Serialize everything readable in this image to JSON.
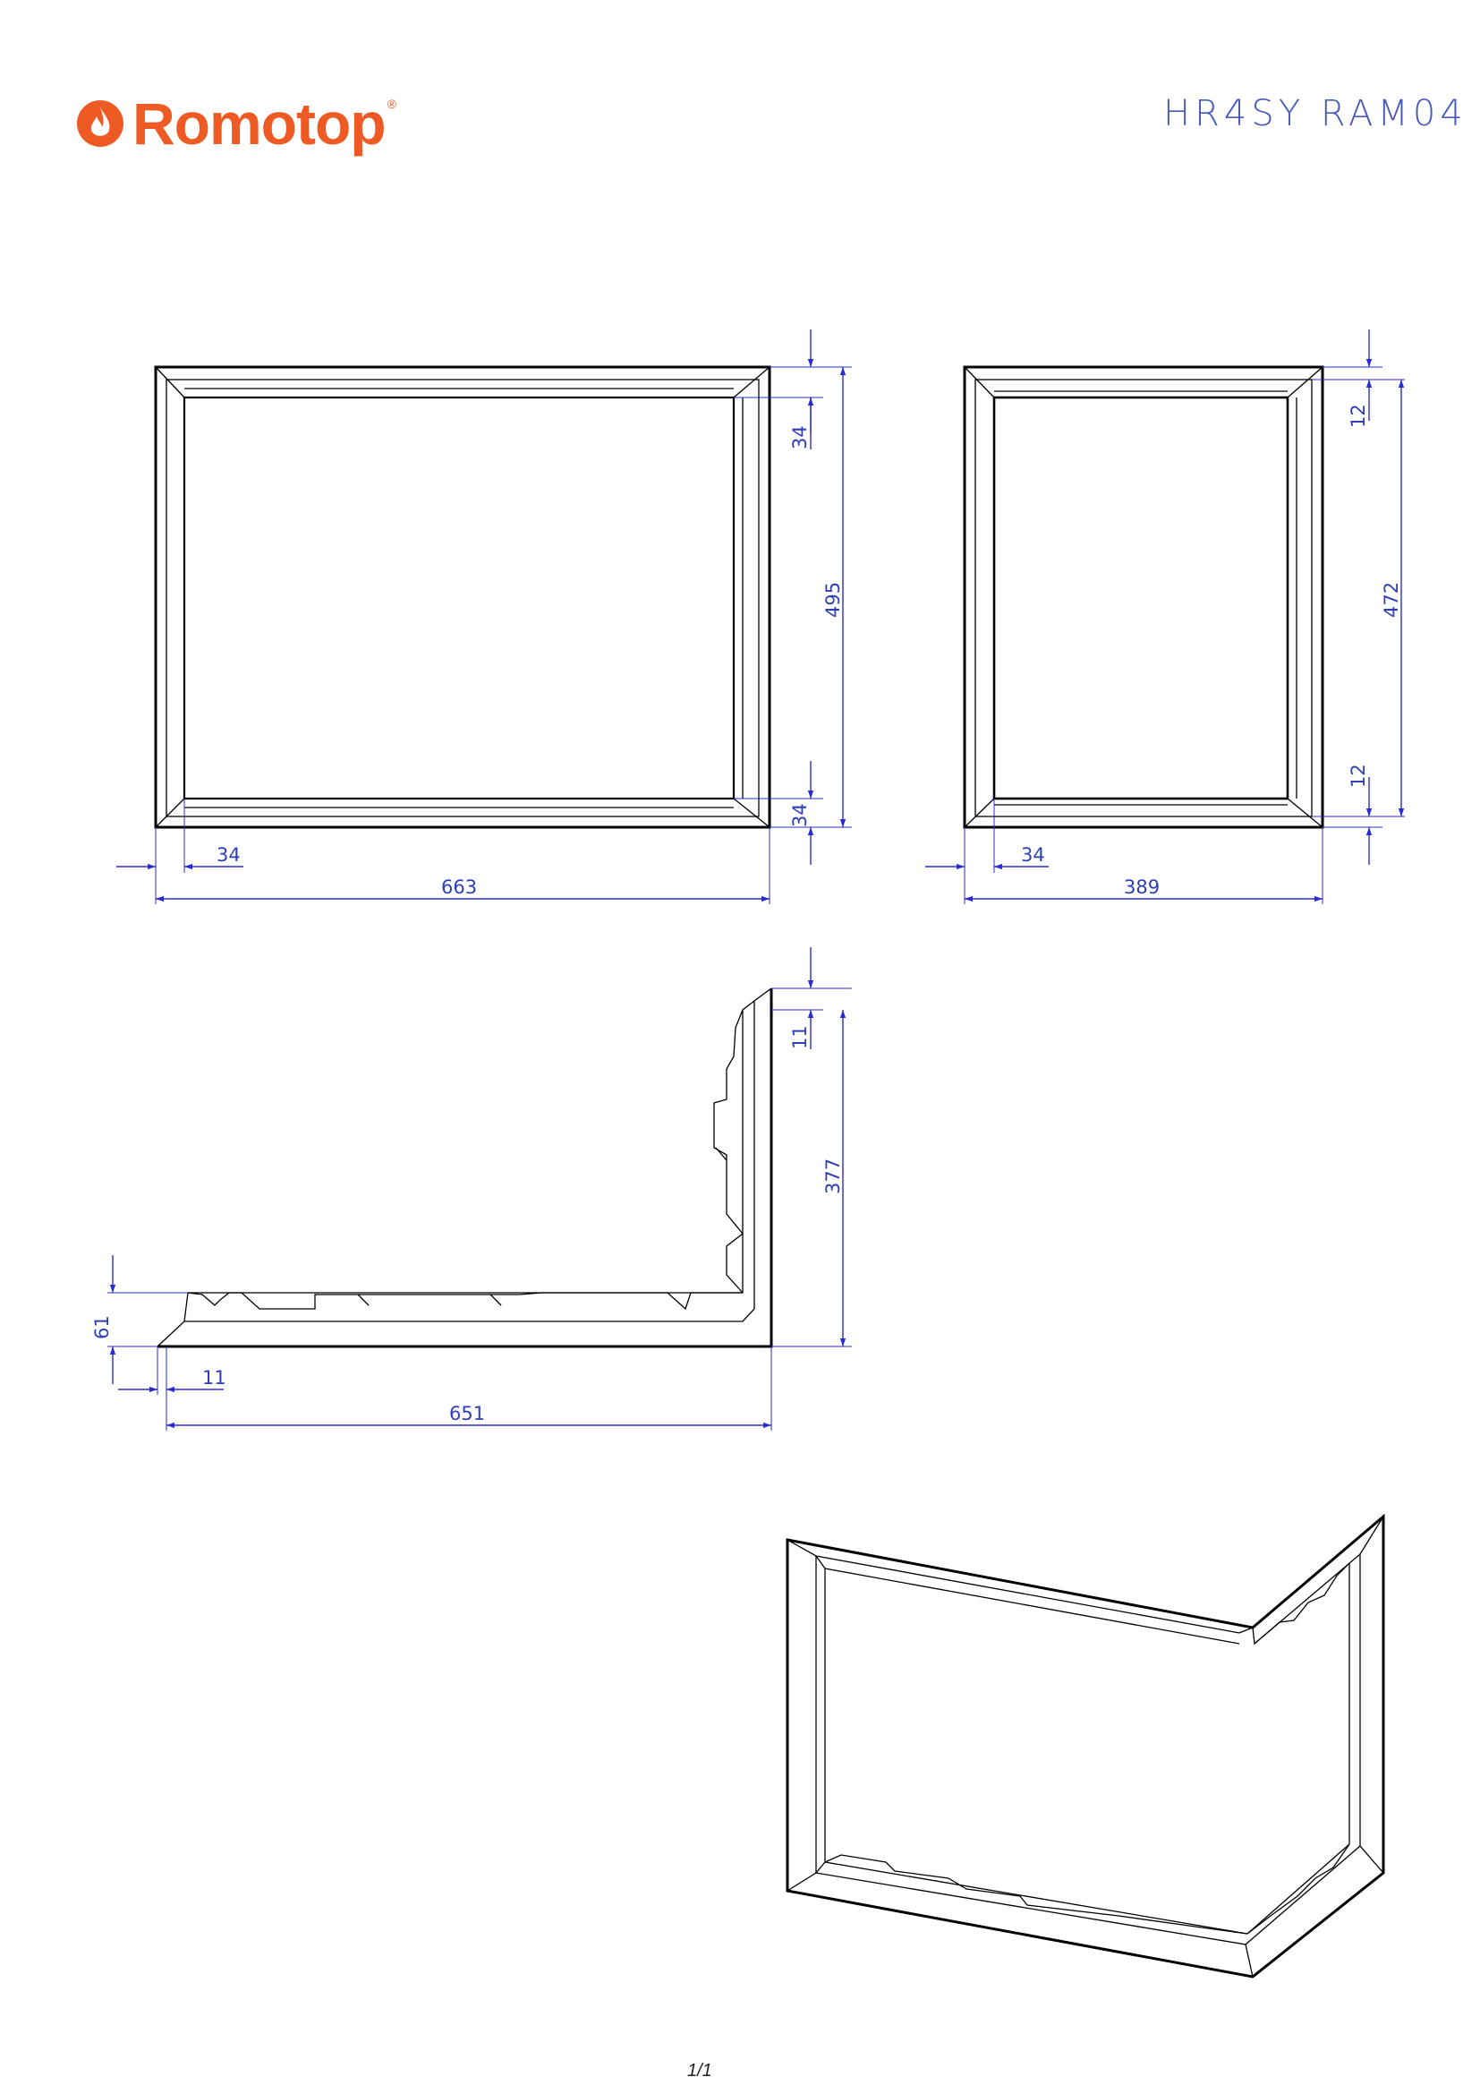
{
  "header": {
    "brand": "Romotop",
    "registered": "®",
    "code": "HR4SY RAM04"
  },
  "dimensions": {
    "front": {
      "width": "663",
      "height": "495",
      "frame_top": "34",
      "frame_bottom": "34",
      "frame_side": "34"
    },
    "side": {
      "width": "389",
      "height": "472",
      "frame_top": "12",
      "frame_bottom": "12",
      "frame_side": "34"
    },
    "top_view": {
      "width": "651",
      "depth": "377",
      "profile_top": "11",
      "profile_left": "11",
      "profile_height": "61"
    }
  },
  "footer": {
    "page": "1/1"
  },
  "colors": {
    "brand": "#ee5a24",
    "dimension": "#2b2bd6",
    "outline": "#000000"
  }
}
